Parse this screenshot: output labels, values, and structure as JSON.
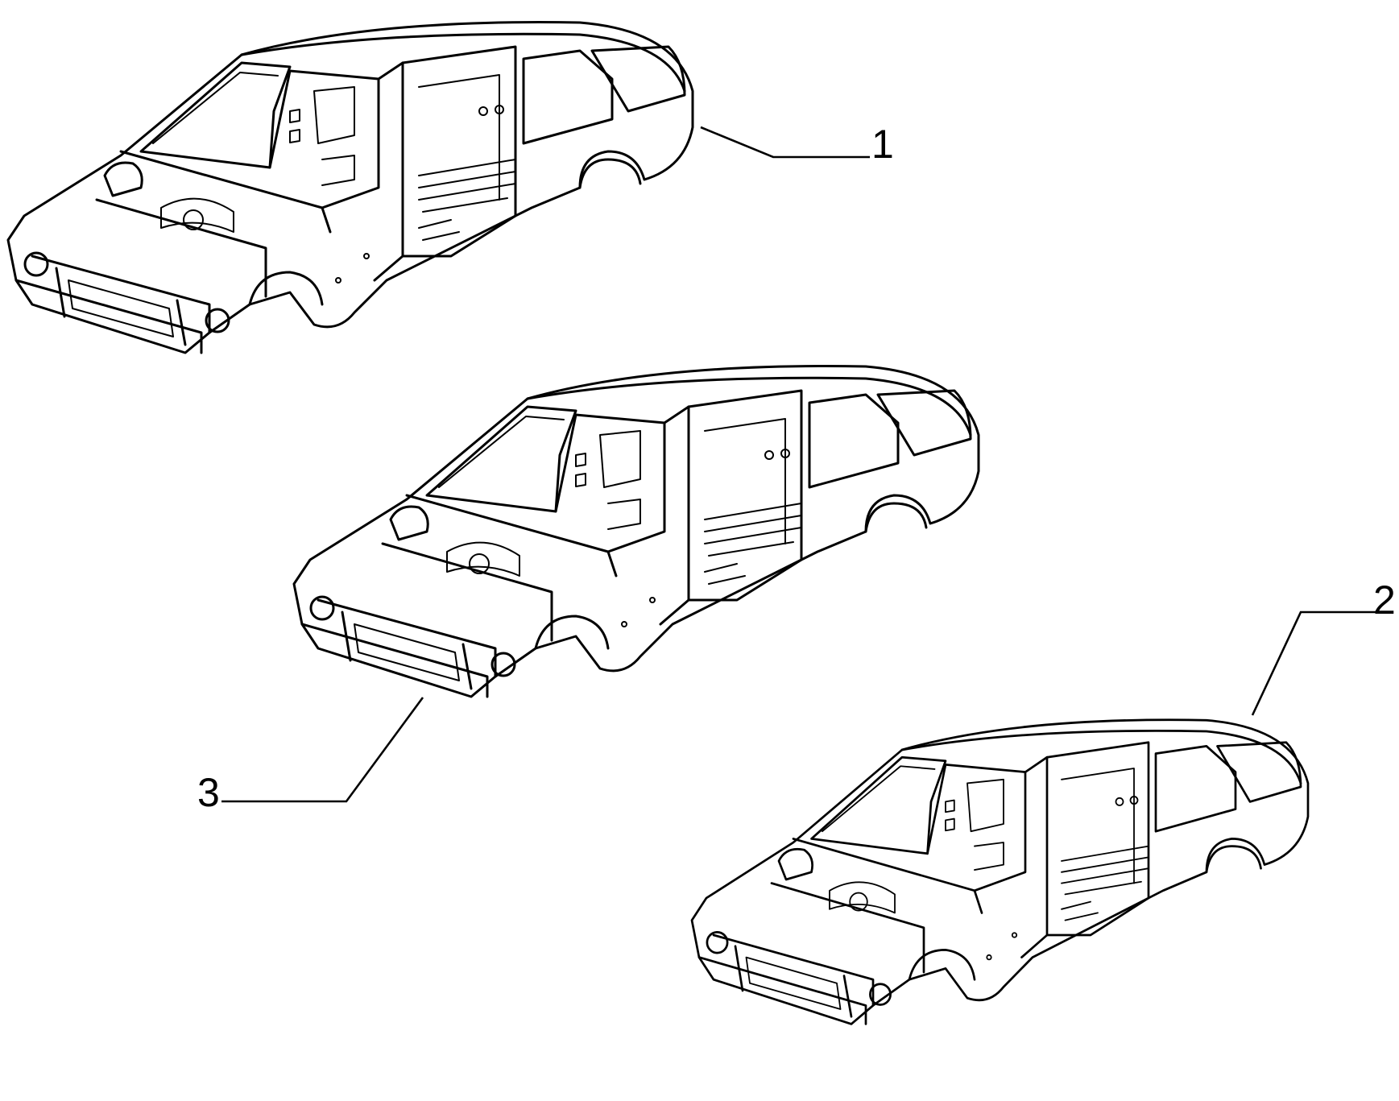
{
  "diagram": {
    "parts": [
      {
        "id": "body-1",
        "callout": "1"
      },
      {
        "id": "body-2",
        "callout": "2"
      },
      {
        "id": "body-3",
        "callout": "3"
      }
    ]
  }
}
